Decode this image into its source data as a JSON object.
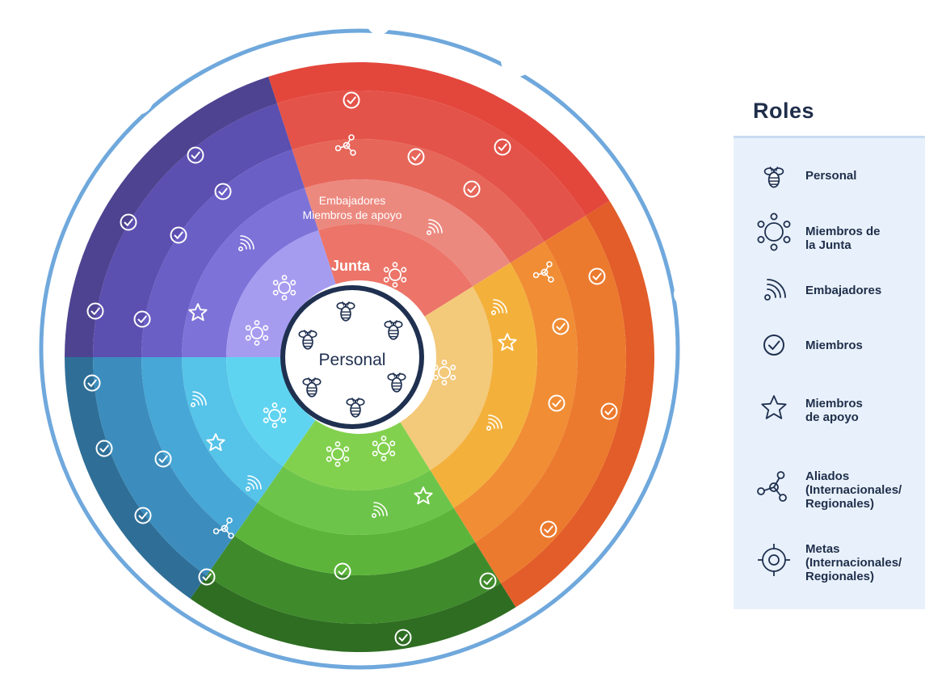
{
  "center_label": "Personal",
  "ring_labels": {
    "embajadores": "Embajadores",
    "miembros_apoyo": "Miembros de apoyo",
    "junta": "Junta"
  },
  "legend": {
    "title": "Roles",
    "items": [
      {
        "icon": "bee-icon",
        "label": "Personal"
      },
      {
        "icon": "board-members-icon",
        "label": "Miembros de\nla Junta"
      },
      {
        "icon": "ambassadors-signal-icon",
        "label": "Embajadores"
      },
      {
        "icon": "member-check-icon",
        "label": "Miembros"
      },
      {
        "icon": "support-star-icon",
        "label": "Miembros\nde apoyo"
      },
      {
        "icon": "allies-network-icon",
        "label": "Aliados\n(Internacionales/\nRegionales)"
      },
      {
        "icon": "goals-target-icon",
        "label": "Metas\n(Internacionales/\nRegionales)"
      }
    ]
  },
  "colors": {
    "red": "#e34a3f",
    "orange": "#ec7a2e",
    "orange_light": "#f3b13c",
    "peach": "#f3c97a",
    "green": "#5cb53a",
    "green_dark": "#2e6d22",
    "blue": "#47a7d6",
    "blue_dark": "#2f6f97",
    "purple": "#6a5fc5",
    "purple_dark": "#4e4390",
    "outer_ring": "#6fa8dc",
    "center_border": "#1f3050"
  }
}
